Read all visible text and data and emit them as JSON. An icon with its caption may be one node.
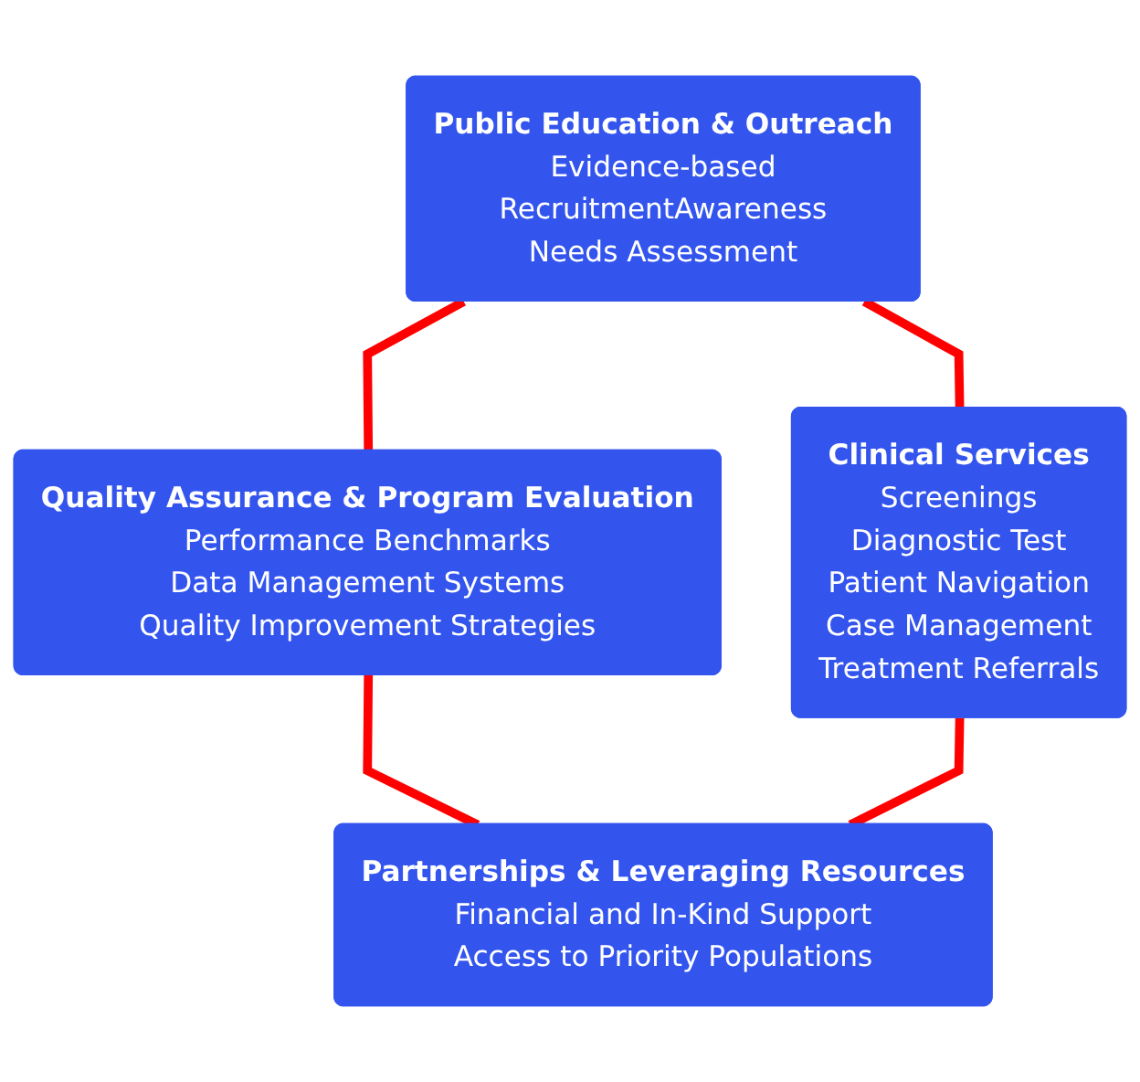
{
  "diagram": {
    "nodes": [
      {
        "text": [
          "Public Education & Outreach",
          "Evidence-based",
          "RecruitmentAwareness",
          "Needs Assessment"
        ]
      },
      {
        "text": [
          "Quality Assurance & Program Evaluation",
          "Performance Benchmarks",
          "Data Management Systems",
          "Quality Improvement Strategies"
        ]
      },
      {
        "text": [
          "Clinical Services",
          "Screenings",
          "Diagnostic Test",
          "Patient Navigation",
          "Case Management",
          "Treatment Referrals"
        ]
      },
      {
        "text": [
          "Partnerships & Leveraging Resources",
          "Financial and In-Kind Support",
          "Access to Priority Populations"
        ]
      }
    ],
    "edges": [
      {
        "from": 0,
        "to": 1,
        "arrow": "none",
        "color": "#ff0000"
      },
      {
        "from": 0,
        "to": 2,
        "arrow": "none",
        "color": "#ff0000"
      },
      {
        "from": 1,
        "to": 3,
        "arrow": "none",
        "color": "#ff0000"
      },
      {
        "from": 2,
        "to": 3,
        "arrow": "none",
        "color": "#ff0000"
      }
    ]
  }
}
